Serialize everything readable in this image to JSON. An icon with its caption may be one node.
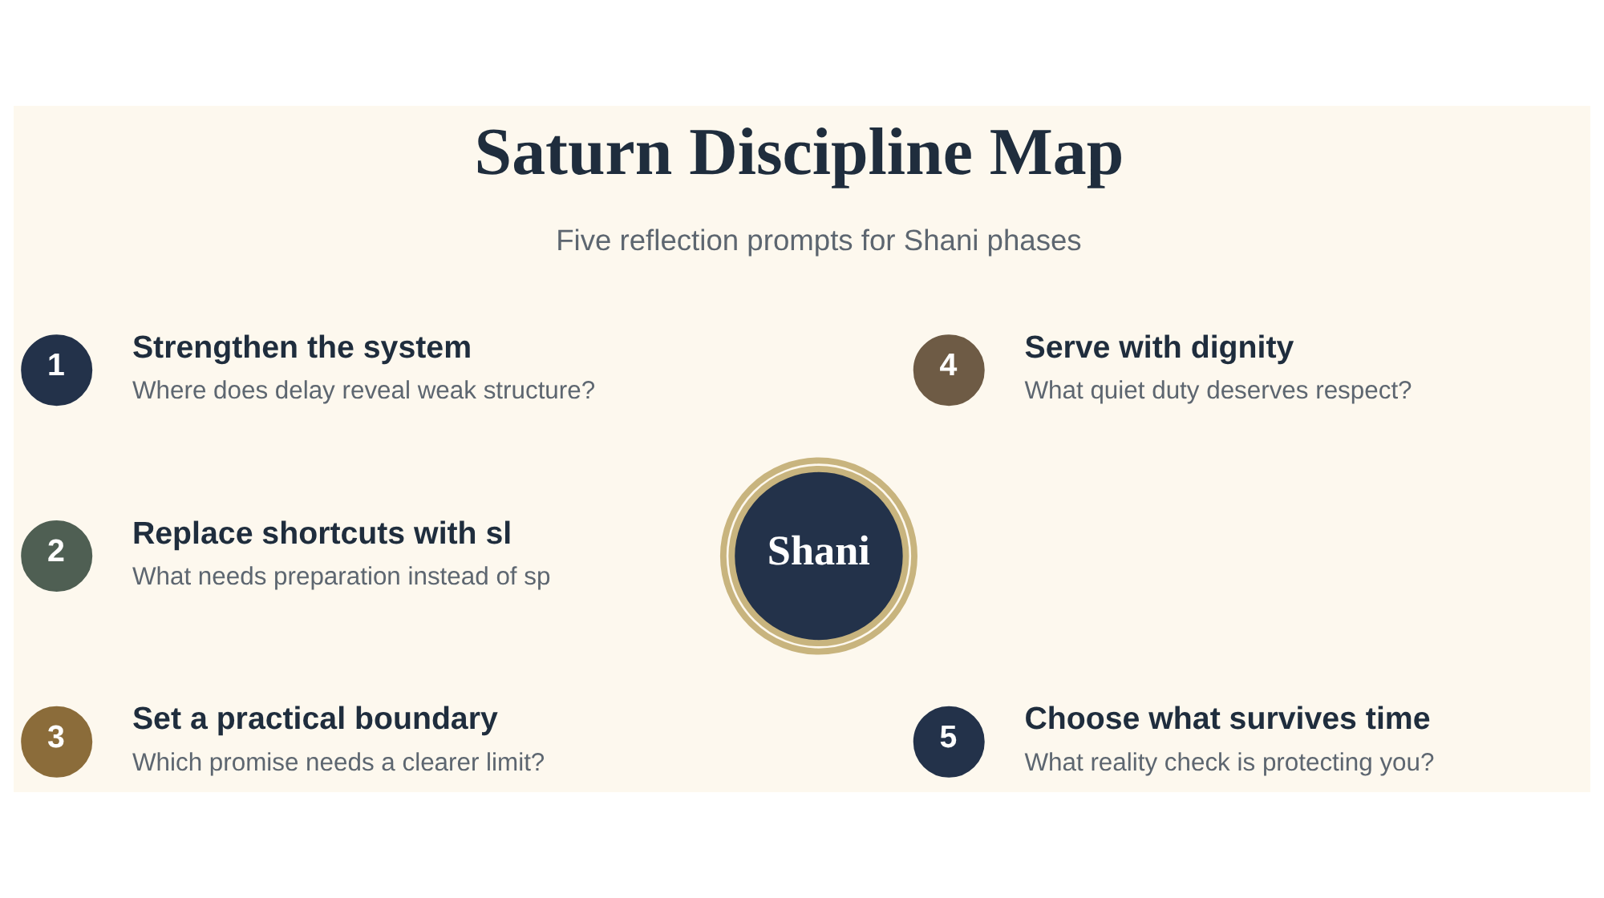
{
  "diagram": {
    "title": "Saturn Discipline Map",
    "nodes": [
      {
        "text": [
          "1"
        ],
        "beside": [
          "Strengthen the system",
          "Where does delay reveal weak structure?"
        ]
      },
      {
        "text": [
          "2"
        ],
        "beside": [
          "Replace shortcuts with sl",
          "What needs preparation instead of sp"
        ]
      },
      {
        "text": [
          "3"
        ],
        "beside": [
          "Set a practical boundary",
          "Which promise needs a clearer limit?"
        ]
      },
      {
        "text": [
          "Shani"
        ]
      },
      {
        "text": [
          "4"
        ],
        "beside": [
          "Serve with dignity",
          "What quiet duty deserves respect?"
        ]
      },
      {
        "text": [
          "5"
        ],
        "beside": [
          "Choose what survives time",
          "What reality check is protecting you?"
        ]
      }
    ],
    "labels": [
      "Five reflection prompts for Shani phases"
    ]
  }
}
